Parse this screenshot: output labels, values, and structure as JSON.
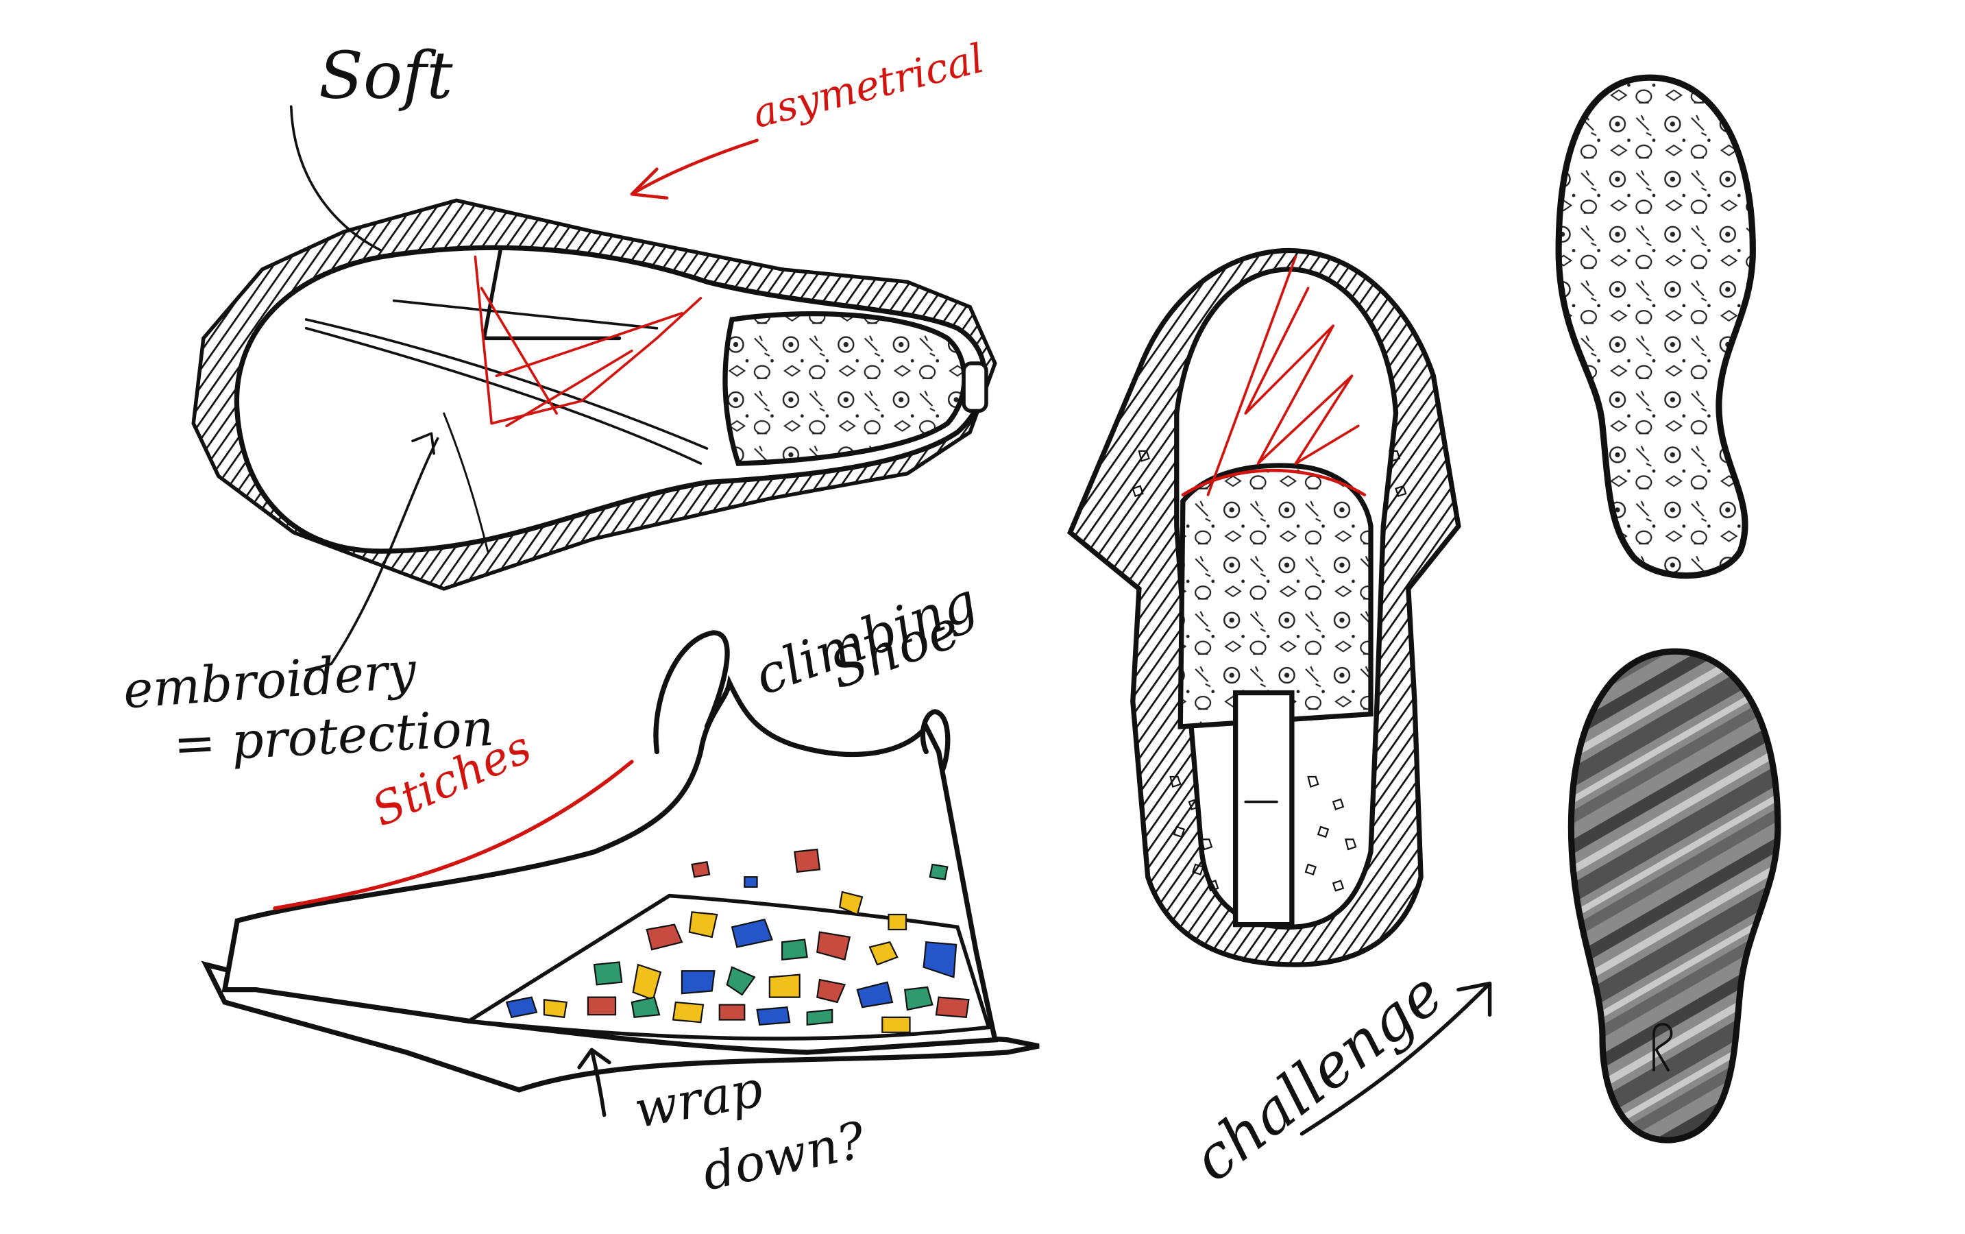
{
  "annotations": {
    "soft": "Soft",
    "asymmetrical": "asymetrical",
    "embroidery": "embroidery",
    "protection": "= protection",
    "stiches": "Stiches",
    "climbing": "climbing",
    "shoe": "Shoe",
    "wrap_down": "wrap",
    "wrap_down2": "down?",
    "challenge": "challenge"
  },
  "colors": {
    "ink": "#111111",
    "accent_red": "#d2140f",
    "terrazzo": [
      "#2456c9",
      "#f2c01a",
      "#c84b3f",
      "#2f9a6e"
    ],
    "outsole_gray": "#6a6a6a"
  },
  "icons": {
    "sole_logo": "R-figure-logo"
  }
}
